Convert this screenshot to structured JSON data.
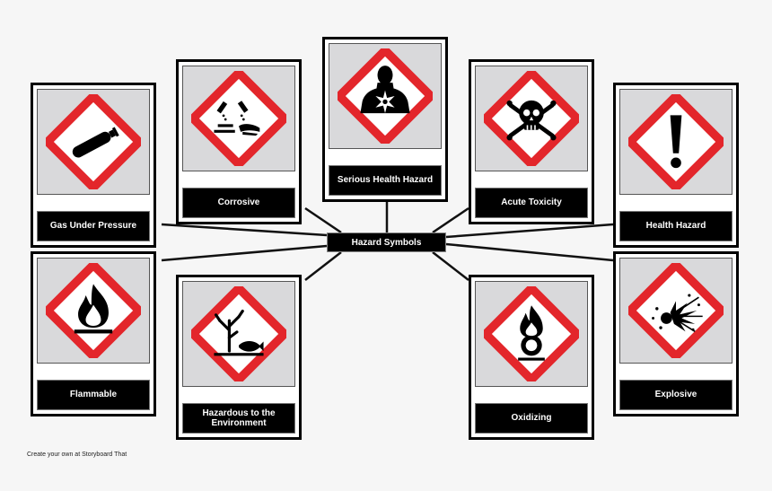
{
  "center": {
    "label": "Hazard Symbols"
  },
  "symbols": [
    {
      "label": "Gas Under Pressure",
      "icon": "gas-cylinder-icon"
    },
    {
      "label": "Corrosive",
      "icon": "corrosion-icon"
    },
    {
      "label": "Serious Health Hazard",
      "icon": "health-hazard-person-icon"
    },
    {
      "label": "Acute Toxicity",
      "icon": "skull-crossbones-icon"
    },
    {
      "label": "Health Hazard",
      "icon": "exclamation-mark-icon"
    },
    {
      "label": "Flammable",
      "icon": "flame-icon"
    },
    {
      "label": "Hazardous to the Environment",
      "icon": "environment-icon"
    },
    {
      "label": "Oxidizing",
      "icon": "flame-over-circle-icon"
    },
    {
      "label": "Explosive",
      "icon": "exploding-bomb-icon"
    }
  ],
  "footer": {
    "credit": "Create your own at Storyboard That"
  },
  "colors": {
    "diamond_border": "#e3262b",
    "label_bg": "#000000",
    "frame_bg": "#d9d9db",
    "page_bg": "#f6f6f6"
  }
}
